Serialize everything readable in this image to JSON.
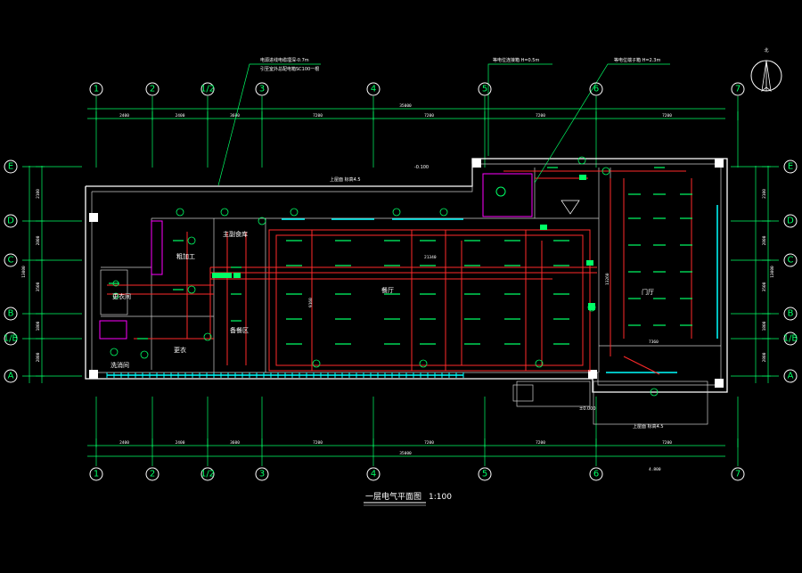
{
  "drawing": {
    "title": "一层电气平面图",
    "scale": "1:100",
    "north_label": "北"
  },
  "axes": {
    "columns": [
      "1",
      "2",
      "1/2",
      "3",
      "4",
      "5",
      "6",
      "7"
    ],
    "rows": [
      "E",
      "D",
      "C",
      "B",
      "1/B",
      "A"
    ]
  },
  "dimensions": {
    "top_segments": [
      "2400",
      "2400",
      "3600",
      "7200",
      "7200",
      "7200",
      "7200"
    ],
    "top_total": "35000",
    "bottom_segments": [
      "2400",
      "2400",
      "3600",
      "7200",
      "7200",
      "7200",
      "7200"
    ],
    "bottom_total": "35000",
    "left_segments": [
      "2100",
      "2800",
      "3500",
      "1800",
      "2800"
    ],
    "left_total": "13000",
    "right_segments": [
      "2100",
      "2800",
      "3500",
      "1800",
      "2800"
    ],
    "right_total": "13000",
    "interior_a": "21340",
    "interior_b": "7360",
    "interior_c": "13260",
    "interior_d": "9160",
    "bottom_extra": "4.800"
  },
  "rooms": [
    {
      "id": "kitchen",
      "label": "粗加工"
    },
    {
      "id": "main-cook",
      "label": "主副食库"
    },
    {
      "id": "prep",
      "label": "备餐区"
    },
    {
      "id": "dining",
      "label": "餐厅"
    },
    {
      "id": "lobby",
      "label": "门厅"
    },
    {
      "id": "changing",
      "label": "更衣间"
    },
    {
      "id": "wash",
      "label": "洗消间"
    },
    {
      "id": "serving",
      "label": "更衣"
    }
  ],
  "notes": {
    "left_1": "电源进线电缆埋深-0.7m",
    "left_2": "引至室外总配电箱SC100一根",
    "mid_1": "等电位连接箱 H=0.5m",
    "mid_2": "等电位端子箱 H=2.3m",
    "top_roof": "上屋面 标高4.5",
    "bottom_roof": "上屋面 标高4.5",
    "elev_1": "-0.100",
    "elev_2": "±0.000"
  }
}
